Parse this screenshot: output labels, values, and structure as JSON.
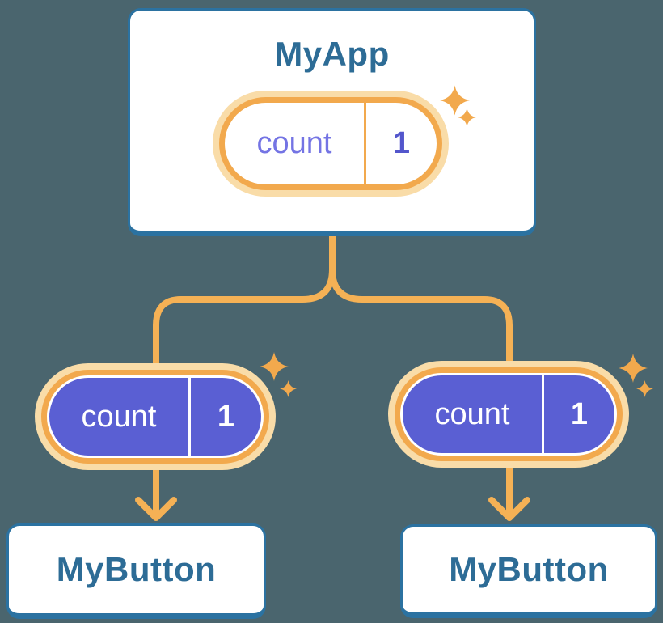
{
  "colors": {
    "bg": "#4A656E",
    "card-bg": "#FFFFFF",
    "blue-border": "#2B72A1",
    "blue-text": "#2D6C96",
    "orange": "#F2A94D",
    "line-orange": "#F5B155",
    "halo": "#F9DCA8",
    "purple": "#5A5FD3",
    "purple-name": "#7474E4",
    "purple-value": "#5356CC"
  },
  "diagram": {
    "root": {
      "title": "MyApp",
      "state": {
        "name": "count",
        "value": "1"
      }
    },
    "children": [
      {
        "title": "MyButton",
        "prop": {
          "name": "count",
          "value": "1"
        }
      },
      {
        "title": "MyButton",
        "prop": {
          "name": "count",
          "value": "1"
        }
      }
    ]
  }
}
